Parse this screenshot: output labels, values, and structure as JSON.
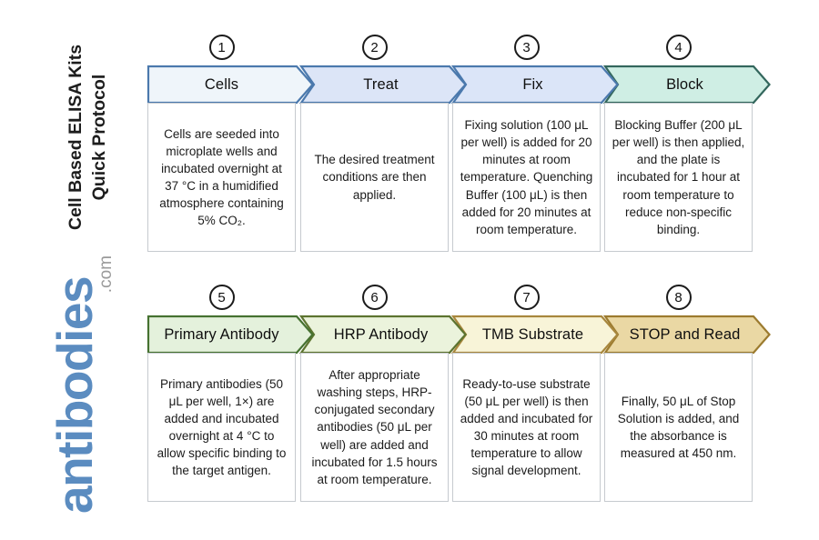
{
  "sidebar": {
    "title_line1": "Cell Based ELISA Kits",
    "title_line2": "Quick Protocol",
    "logo": {
      "brand": "antibodies",
      "tld": ".com",
      "brand_color": "#5b8cc0",
      "tld_color": "#9b9b9b"
    }
  },
  "rows": [
    {
      "steps": [
        {
          "number": "1",
          "label": "Cells",
          "description": "Cells are seeded into microplate wells and incubated overnight at 37 °C in a humidified atmosphere containing 5% CO₂.",
          "fill": "#eff5fa",
          "stroke": "#4b79ad"
        },
        {
          "number": "2",
          "label": "Treat",
          "description": "The desired treatment conditions are then applied.",
          "fill": "#dce5f7",
          "stroke": "#4b79ad"
        },
        {
          "number": "3",
          "label": "Fix",
          "description": "Fixing solution (100 μL per well) is added for 20 minutes at room temperature. Quenching Buffer (100 μL) is then added for 20 minutes at room temperature.",
          "fill": "#dbe5f8",
          "stroke": "#4b79ad"
        },
        {
          "number": "4",
          "label": "Block",
          "description": "Blocking Buffer (200 μL per well) is then applied, and the plate is incubated for 1 hour at room temperature to reduce non-specific binding.",
          "fill": "#cfeee4",
          "stroke": "#33675d"
        }
      ]
    },
    {
      "steps": [
        {
          "number": "5",
          "label": "Primary Antibody",
          "description": "Primary antibodies (50 μL per well, 1×) are added and incubated overnight at 4 °C to allow specific binding to the target antigen.",
          "fill": "#e4f1dc",
          "stroke": "#467231"
        },
        {
          "number": "6",
          "label": "HRP Antibody",
          "description": "After appropriate washing steps, HRP-conjugated secondary antibodies (50 μL per well) are added and incubated for 1.5 hours at room temperature.",
          "fill": "#ebf3dc",
          "stroke": "#5d7430"
        },
        {
          "number": "7",
          "label": "TMB Substrate",
          "description": "Ready-to-use substrate (50 μL per well) is then added and incubated for 30 minutes at room temperature to allow signal development.",
          "fill": "#f8f4d8",
          "stroke": "#a8873d"
        },
        {
          "number": "8",
          "label": "STOP and Read",
          "description": "Finally, 50 μL of Stop Solution is added, and the absorbance is measured at 450 nm.",
          "fill": "#ead8a4",
          "stroke": "#9c7b2f"
        }
      ]
    }
  ]
}
